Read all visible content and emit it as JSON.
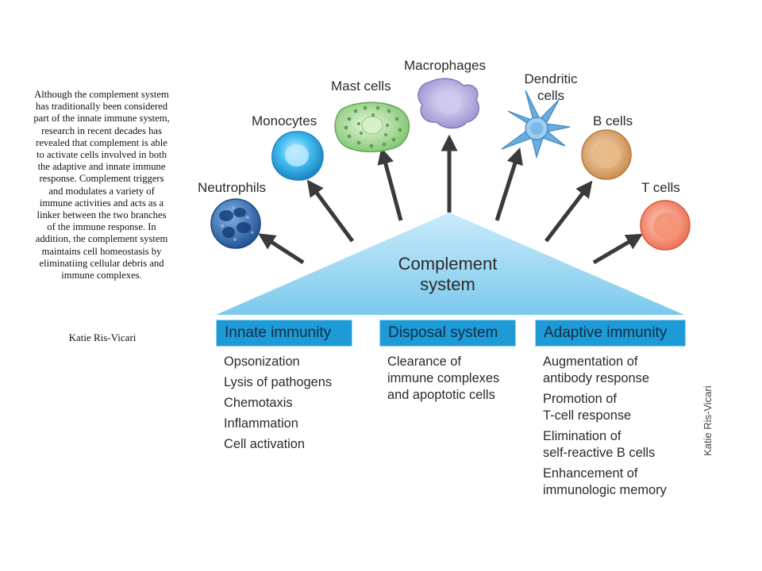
{
  "side_note": {
    "lines": [
      "Although the complement system",
      "has traditionally been considered",
      "part of the innate immune system,",
      "research in recent decades has",
      "revealed that complement is able",
      "to activate cells involved in both",
      "the adaptive and innate immune",
      "response. Complement triggers",
      "and modulates a variety of",
      "immune activities and acts as a",
      "linker between the two branches",
      "of the immune response. In",
      "addition, the complement system",
      "maintains cell homeostasis by",
      "eliminatiing cellular debris and",
      "immune complexes."
    ],
    "author": "Katie Ris-Vicari"
  },
  "center": {
    "lines": [
      "Complement",
      "system"
    ]
  },
  "cells": {
    "neutrophils": {
      "label": [
        "Neutrophils"
      ],
      "color": "#2f6fb5"
    },
    "monocytes": {
      "label": [
        "Monocytes"
      ],
      "color": "#29a9e8"
    },
    "mast_cells": {
      "label": [
        "Mast cells"
      ],
      "color": "#8fd08a"
    },
    "macrophages": {
      "label": [
        "Macrophages"
      ],
      "color": "#a69ad6"
    },
    "dendritic_cells": {
      "label": [
        "Dendritic",
        "cells"
      ],
      "color": "#6aaee0"
    },
    "b_cells": {
      "label": [
        "B cells"
      ],
      "color": "#d79a5c"
    },
    "t_cells": {
      "label": [
        "T cells"
      ],
      "color": "#f2775a"
    }
  },
  "branches": [
    {
      "title": "Innate immunity",
      "items": [
        [
          "Opsonization"
        ],
        [
          "Lysis of pathogens"
        ],
        [
          "Chemotaxis"
        ],
        [
          "Inflammation"
        ],
        [
          "Cell activation"
        ]
      ]
    },
    {
      "title": "Disposal system",
      "items": [
        [
          "Clearance of",
          "immune complexes",
          "and apoptotic cells"
        ]
      ]
    },
    {
      "title": "Adaptive immunity",
      "items": [
        [
          "Augmentation of",
          "antibody response"
        ],
        [
          "Promotion of",
          "T-cell response"
        ],
        [
          "Elimination of",
          "self-reactive B cells"
        ],
        [
          "Enhancement of",
          "immunologic memory"
        ]
      ]
    }
  ],
  "credit": "Katie Ris-Vicari",
  "colors": {
    "triangle": "#9fd8f2",
    "header_bg": "#1e9ad6",
    "arrow": "#3a3a3a"
  }
}
